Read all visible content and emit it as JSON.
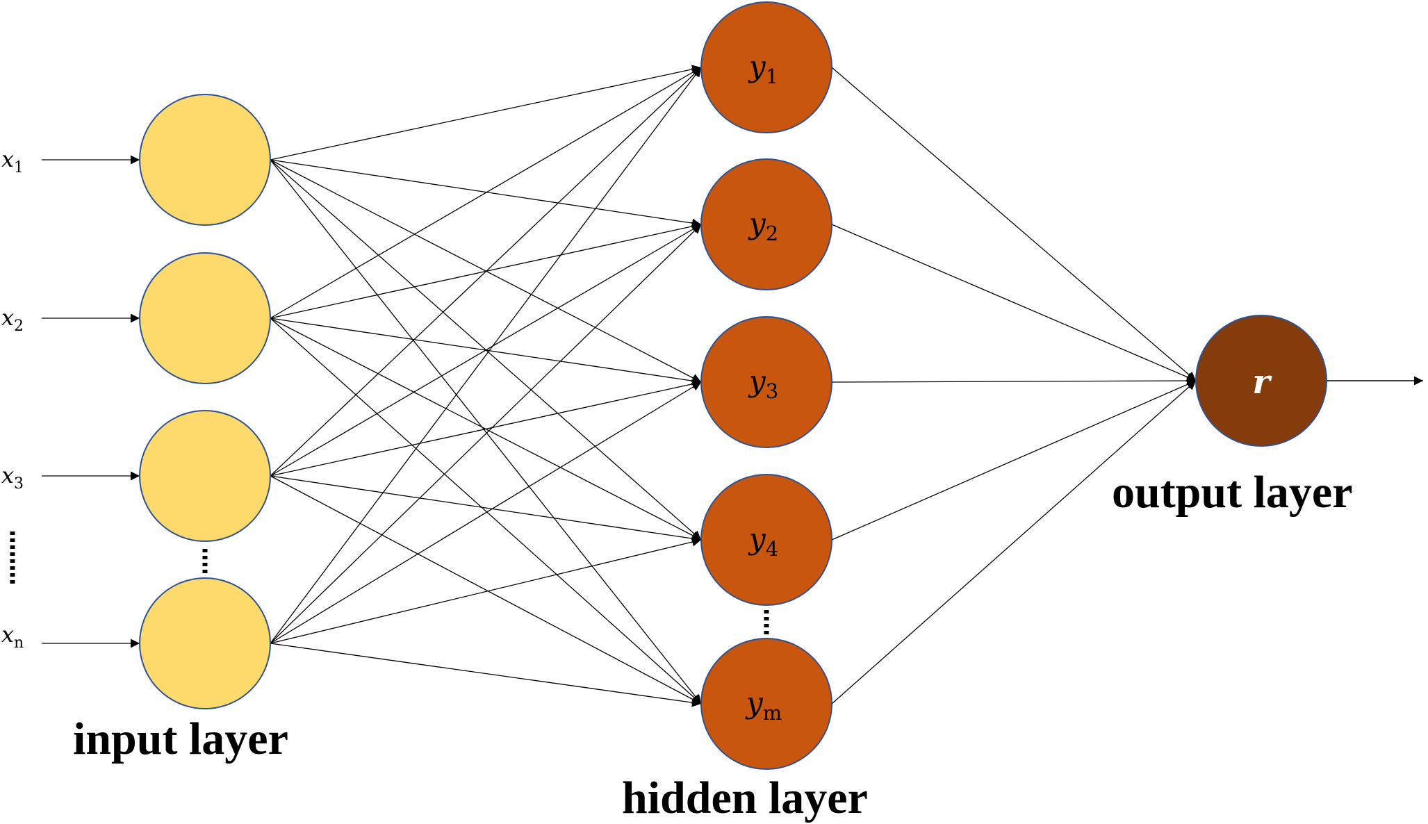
{
  "colors": {
    "input_fill": "#FDDA6B",
    "hidden_fill": "#C8560E",
    "output_fill": "#843C0C",
    "node_stroke": "#2F528F",
    "line": "#000000",
    "output_text": "#FFFFFF"
  },
  "labels": {
    "input_layer": "input layer",
    "hidden_layer": "hidden layer",
    "output_layer": "output layer"
  },
  "inputs": [
    {
      "main": "x",
      "sub": "1"
    },
    {
      "main": "x",
      "sub": "2"
    },
    {
      "main": "x",
      "sub": "3"
    },
    {
      "main": "x",
      "sub": "n"
    }
  ],
  "hidden_nodes": [
    {
      "main": "y",
      "sub": "1"
    },
    {
      "main": "y",
      "sub": "2"
    },
    {
      "main": "y",
      "sub": "3"
    },
    {
      "main": "y",
      "sub": "4"
    },
    {
      "main": "y",
      "sub": "m"
    }
  ],
  "output_node": {
    "main": "r"
  }
}
